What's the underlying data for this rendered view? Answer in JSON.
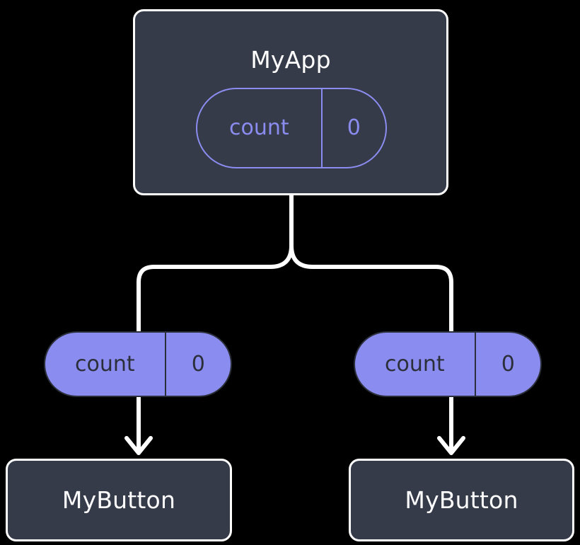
{
  "diagram": {
    "title_semantic": "react-component-state-tree",
    "background": "#000000",
    "colors": {
      "node_fill": "#353b49",
      "node_border": "#ffffff",
      "accent": "#8b8cf0",
      "accent_text_on_fill": "#2b2f3a",
      "edge": "#ffffff"
    },
    "nodes": {
      "root": {
        "label": "MyApp",
        "state": {
          "key": "count",
          "value": "0"
        }
      },
      "left": {
        "state": {
          "key": "count",
          "value": "0"
        },
        "label": "MyButton"
      },
      "right": {
        "state": {
          "key": "count",
          "value": "0"
        },
        "label": "MyButton"
      }
    }
  }
}
